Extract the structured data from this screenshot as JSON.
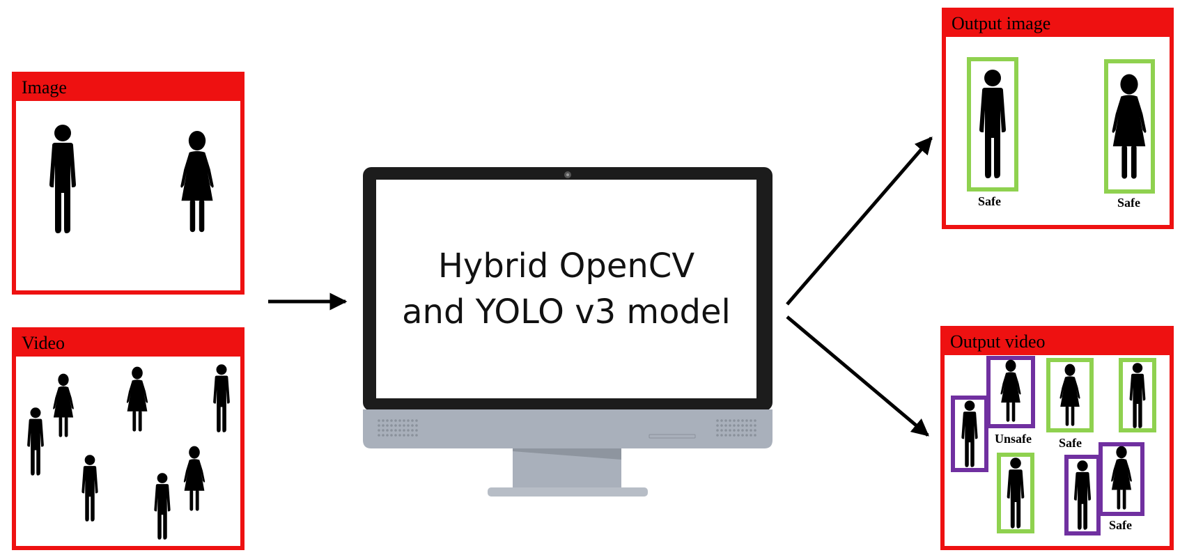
{
  "panels": {
    "image": {
      "label": "Image"
    },
    "video": {
      "label": "Video"
    },
    "output_image": {
      "label": "Output image",
      "labels": [
        "Safe",
        "Safe"
      ]
    },
    "output_video": {
      "label": "Output video",
      "labels": [
        "Unsafe",
        "Safe",
        "Safe"
      ]
    }
  },
  "monitor": {
    "line1": "Hybrid OpenCV",
    "line2": "and YOLO v3 model"
  },
  "colors": {
    "panel": "#ee1111",
    "safe_box": "#8fd14f",
    "unsafe_box": "#7030a0",
    "monitor_frame": "#1c1c1c",
    "monitor_base": "#a9b0bb"
  },
  "icons": [
    "man-icon",
    "woman-icon",
    "arrow-icon",
    "monitor-icon",
    "webcam-icon",
    "speaker-icon"
  ]
}
